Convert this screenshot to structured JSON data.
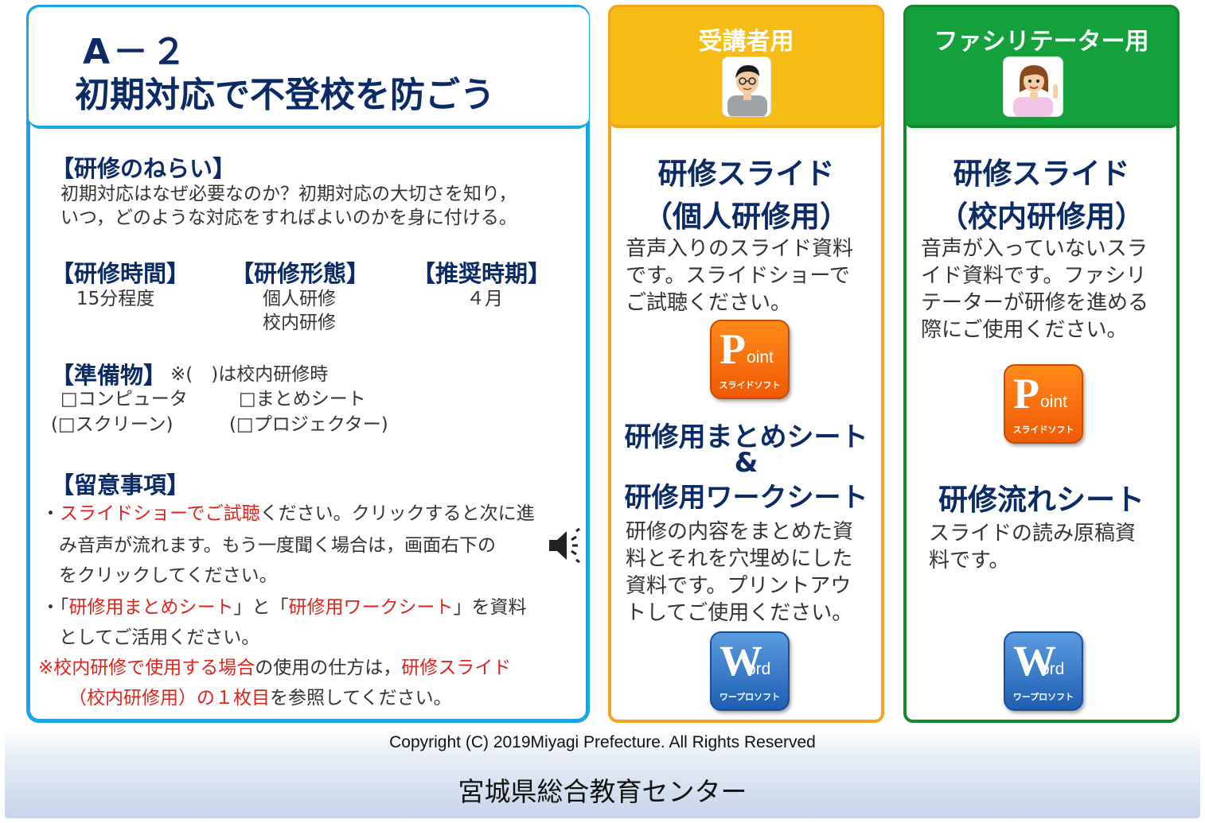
{
  "title": {
    "code": "A－２",
    "main": "初期対応で不登校を防ごう"
  },
  "aim": {
    "heading": "【研修のねらい】",
    "line1": "初期対応はなぜ必要なのか？初期対応の大切さを知り，",
    "line2": "いつ，どのような対応をすればよいのかを身に付ける。"
  },
  "time": {
    "heading": "【研修時間】",
    "value": "15分程度"
  },
  "format": {
    "heading": "【研修形態】",
    "value1": "個人研修",
    "value2": "校内研修"
  },
  "period": {
    "heading": "【推奨時期】",
    "value": "４月"
  },
  "materials": {
    "heading": "【準備物】",
    "note": "※(　)は校内研修時",
    "item1": "□コンピュータ",
    "item2": "□まとめシート",
    "item3": "(□スクリーン)",
    "item4": "(□プロジェクター)"
  },
  "notes": {
    "heading": "【留意事項】",
    "n1_bullet": "・",
    "n1_red": "スライドショーでご試聴",
    "n1_rest": "ください。クリックすると次に進",
    "n1_line2": "み音声が流れます。もう一度聞く場合は，画面右下の",
    "n1_line3": "をクリックしてください。",
    "n2_a": "・「",
    "n2_red1": "研修用まとめシート",
    "n2_b": "」と「",
    "n2_red2": "研修用ワークシート",
    "n2_c": "」を資料",
    "n2_line2": "としてご活用ください。",
    "n3_red1": "※校内研修で使用する場合",
    "n3_mid": "の使用の仕方は，",
    "n3_red2": "研修スライド",
    "n3_line2_red": "（校内研修用）の１枚目",
    "n3_line2_rest": "を参照してください。"
  },
  "learner": {
    "header": "受講者用",
    "slide_title1": "研修スライド",
    "slide_title2": "（個人研修用）",
    "slide_desc1": "音声入りのスライド資料",
    "slide_desc2": "です。スライドショーで",
    "slide_desc3": "ご試聴ください。",
    "sheet_title1": "研修用まとめシート",
    "sheet_title2": "&",
    "sheet_title3": "研修用ワークシート",
    "sheet_desc1": "研修の内容をまとめた資",
    "sheet_desc2": "料とそれを穴埋めにした",
    "sheet_desc3": "資料です。プリントアウ",
    "sheet_desc4": "トしてご使用ください。"
  },
  "facilitator": {
    "header": "ファシリテーター用",
    "slide_title1": "研修スライド",
    "slide_title2": "（校内研修用）",
    "slide_desc1": "音声が入っていないスラ",
    "slide_desc2": "イド資料です。ファシリ",
    "slide_desc3": "テーターが研修を進める",
    "slide_desc4": "際にご使用ください。",
    "flow_title": "研修流れシート",
    "flow_desc1": "スライドの読み原稿資",
    "flow_desc2": "料です。"
  },
  "icons": {
    "point_letter": "P",
    "point_rest": "oint",
    "point_sub": "スライドソフト",
    "word_letter": "W",
    "word_rest": "ord",
    "word_sub": "ワープロソフト"
  },
  "footer": {
    "copyright": "Copyright (C) 2019Miyagi  Prefecture. All Rights Reserved",
    "center": "宮城県総合教育センター"
  },
  "colors": {
    "navy": "#0b2a66",
    "red": "#e0241b",
    "blue_border": "#1aa6e6",
    "orange": "#f6bd16",
    "green": "#14a13b"
  }
}
